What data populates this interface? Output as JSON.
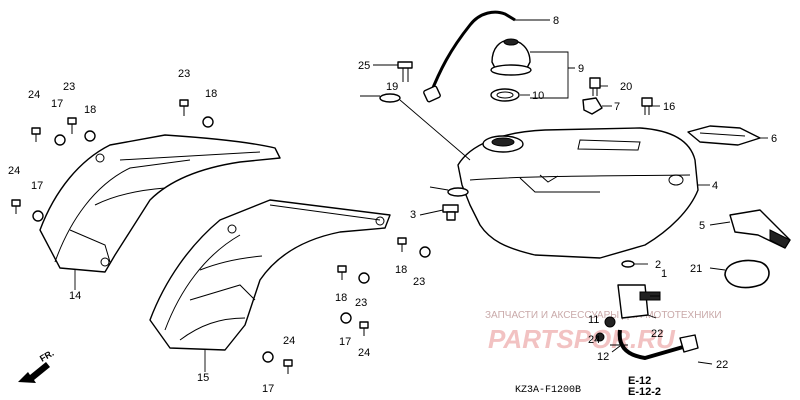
{
  "callouts": {
    "c1": "1",
    "c2": "2",
    "c3": "3",
    "c4": "4",
    "c5": "5",
    "c6": "6",
    "c7": "7",
    "c8": "8",
    "c9": "9",
    "c10": "10",
    "c11": "11",
    "c12": "12",
    "c14": "14",
    "c15": "15",
    "c16": "16",
    "c17a": "17",
    "c17b": "17",
    "c17c": "17",
    "c17d": "17",
    "c18a": "18",
    "c18b": "18",
    "c18c": "18",
    "c18d": "18",
    "c19": "19",
    "c20": "20",
    "c21": "21",
    "c22a": "22",
    "c22b": "22",
    "c23a": "23",
    "c23b": "23",
    "c23c": "23",
    "c23d": "23",
    "c24a": "24",
    "c24b": "24",
    "c24c": "24",
    "c24d": "24",
    "c24e": "24",
    "c25": "25"
  },
  "references": {
    "r1": "E-12",
    "r2": "E-12-2"
  },
  "diagram_code": "KZ3A-F1200B",
  "direction_label": "FR.",
  "watermark": {
    "text": "ЗАПЧАСТИ И АКСЕССУАРЫ ДЛЯ МОТОТЕХНИКИ",
    "logo": "PARTSPOR.RU",
    "color": "#e05555"
  }
}
